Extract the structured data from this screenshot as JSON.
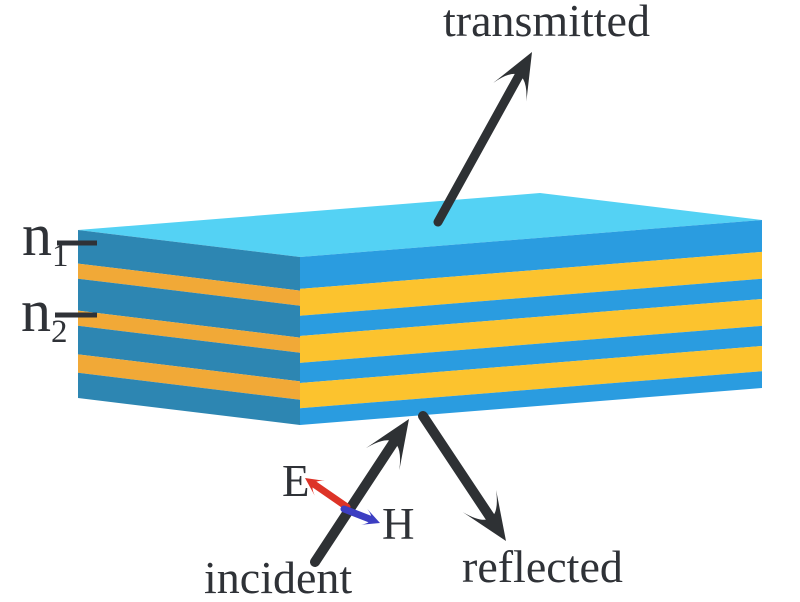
{
  "labels": {
    "transmitted": "transmitted",
    "incident": "incident",
    "reflected": "reflected",
    "e_field": "E",
    "h_field": "H",
    "n1_base": "n",
    "n1_sub": "1",
    "n2_base": "n",
    "n2_sub": "2"
  },
  "colors": {
    "background": "#ffffff",
    "top_face": "#54D2F4",
    "front_face": "#2A9CE0",
    "side_face": "#2D86B2",
    "front_stripe": "#FCC32E",
    "side_stripe": "#F1A937",
    "arrow": "#2E3134",
    "e_vector": "#DD3327",
    "h_vector": "#3C3EC2",
    "text": "#2F3237"
  },
  "stack": {
    "side_layers": [
      {
        "material": "n1",
        "fraction": 0.2
      },
      {
        "material": "n2",
        "fraction": 0.09
      },
      {
        "material": "n1",
        "fraction": 0.19
      },
      {
        "material": "n2",
        "fraction": 0.09
      },
      {
        "material": "n1",
        "fraction": 0.17
      },
      {
        "material": "n2",
        "fraction": 0.11
      },
      {
        "material": "n1",
        "fraction": 0.15
      }
    ],
    "front_layers": [
      {
        "material": "n1",
        "fraction": 0.19
      },
      {
        "material": "n2",
        "fraction": 0.16
      },
      {
        "material": "n1",
        "fraction": 0.12
      },
      {
        "material": "n2",
        "fraction": 0.16
      },
      {
        "material": "n1",
        "fraction": 0.12
      },
      {
        "material": "n2",
        "fraction": 0.15
      },
      {
        "material": "n1",
        "fraction": 0.1
      }
    ]
  }
}
